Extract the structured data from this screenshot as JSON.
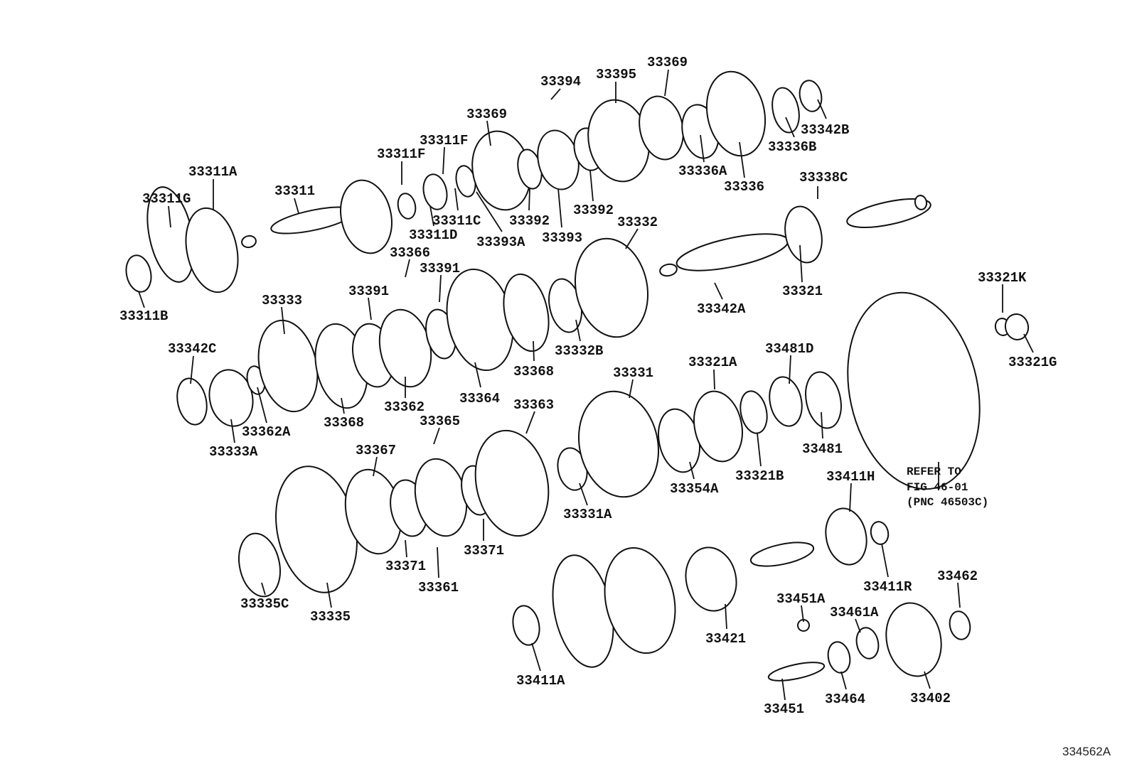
{
  "part_labels": [
    "33394",
    "33395",
    "33369",
    "33369",
    "33311F",
    "33311F",
    "33311A",
    "33311G",
    "33311",
    "33342B",
    "33336B",
    "33336A",
    "33336",
    "33338C",
    "33311C",
    "33311D",
    "33392",
    "33392",
    "33393",
    "33393A",
    "33332",
    "33366",
    "33391",
    "33391",
    "33333",
    "33311B",
    "33321",
    "33342A",
    "33321K",
    "33321G",
    "33342C",
    "33332B",
    "33481D",
    "33321A",
    "33331",
    "33368",
    "33364",
    "33362",
    "33363",
    "33368",
    "33362A",
    "33333A",
    "33365",
    "33481",
    "33367",
    "33411H",
    "33321B",
    "33354A",
    "33331A",
    "33371",
    "33371",
    "33361",
    "33411R",
    "33462",
    "33335C",
    "33335",
    "33451A",
    "33461A",
    "33421",
    "33411A",
    "33402",
    "33464",
    "33451"
  ],
  "reference_note": {
    "line1": "REFER TO",
    "line2": "FIG 46-01",
    "line3": "(PNC 46503C)"
  },
  "figure_id": "334562A"
}
